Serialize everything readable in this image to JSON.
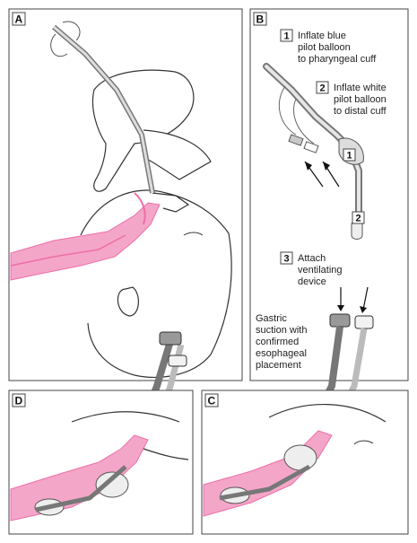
{
  "panels": {
    "a": {
      "letter": "A"
    },
    "b": {
      "letter": "B",
      "step1": {
        "num": "1",
        "lines": [
          "Inflate blue",
          "pilot balloon",
          "to pharyngeal cuff"
        ]
      },
      "step2": {
        "num": "2",
        "lines": [
          "Inflate white",
          "pilot balloon",
          "to distal cuff"
        ]
      },
      "step3": {
        "num": "3",
        "lines": [
          "Attach",
          "ventilating",
          "device"
        ]
      },
      "tube_marker_1": "1",
      "tube_marker_2": "2",
      "suction_note": [
        "Gastric",
        "suction with",
        "confirmed",
        "esophageal",
        "placement"
      ]
    },
    "c": {
      "letter": "C"
    },
    "d": {
      "letter": "D"
    }
  },
  "colors": {
    "airway_pink": "#f4a6c8",
    "tissue_pink": "#ec6fa8",
    "line": "#333333",
    "tube_gray": "#9a9a9a",
    "panel_border": "#444444"
  }
}
